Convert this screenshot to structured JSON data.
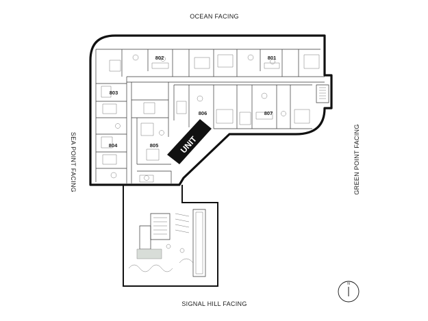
{
  "orientation": {
    "north": "OCEAN FACING",
    "south": "SIGNAL HILL FACING",
    "west": "SEA POINT FACING",
    "east": "GREEN POINT FACING",
    "compass": "N"
  },
  "units": [
    {
      "id": "801",
      "label": "801"
    },
    {
      "id": "802",
      "label": "802"
    },
    {
      "id": "803",
      "label": "803"
    },
    {
      "id": "804",
      "label": "804"
    },
    {
      "id": "805",
      "label": "805"
    },
    {
      "id": "806",
      "label": "806"
    },
    {
      "id": "807",
      "label": "807"
    }
  ],
  "highlight_label": "UNIT",
  "colors": {
    "wall": "#111111",
    "highlight": "#111111",
    "paving": "#e6e6e6",
    "planting": "#d8ddd8"
  }
}
